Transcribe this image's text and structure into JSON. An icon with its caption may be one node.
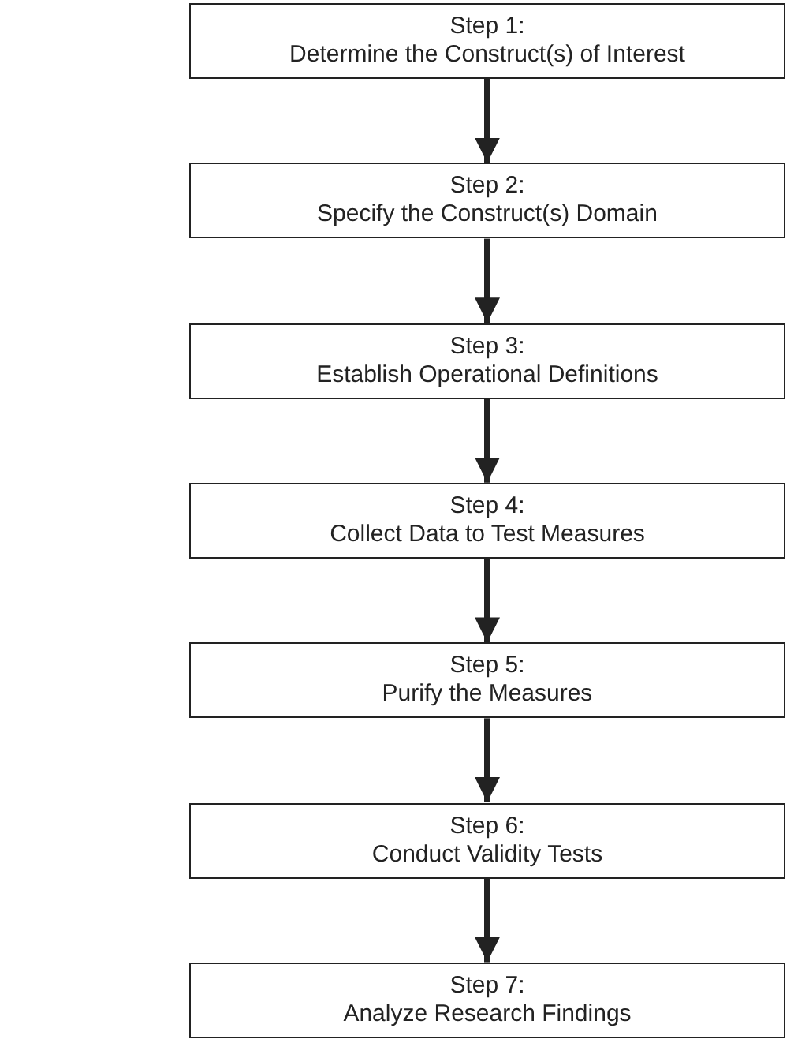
{
  "diagram": {
    "nodes": [
      {
        "text": [
          "Step 1:",
          "Determine the Construct(s) of Interest"
        ]
      },
      {
        "text": [
          "Step 2:",
          "Specify the Construct(s) Domain"
        ]
      },
      {
        "text": [
          "Step 3:",
          "Establish Operational Definitions"
        ]
      },
      {
        "text": [
          "Step 4:",
          "Collect Data to Test Measures"
        ]
      },
      {
        "text": [
          "Step 5:",
          "Purify the Measures"
        ]
      },
      {
        "text": [
          "Step 6:",
          "Conduct Validity Tests"
        ]
      },
      {
        "text": [
          "Step 7:",
          "Analyze Research Findings"
        ]
      }
    ],
    "edges": [
      {
        "from": 0,
        "to": 1,
        "arrow": "to"
      },
      {
        "from": 1,
        "to": 2,
        "arrow": "to"
      },
      {
        "from": 2,
        "to": 3,
        "arrow": "to"
      },
      {
        "from": 3,
        "to": 4,
        "arrow": "to"
      },
      {
        "from": 4,
        "to": 5,
        "arrow": "to"
      },
      {
        "from": 5,
        "to": 6,
        "arrow": "to"
      }
    ]
  }
}
